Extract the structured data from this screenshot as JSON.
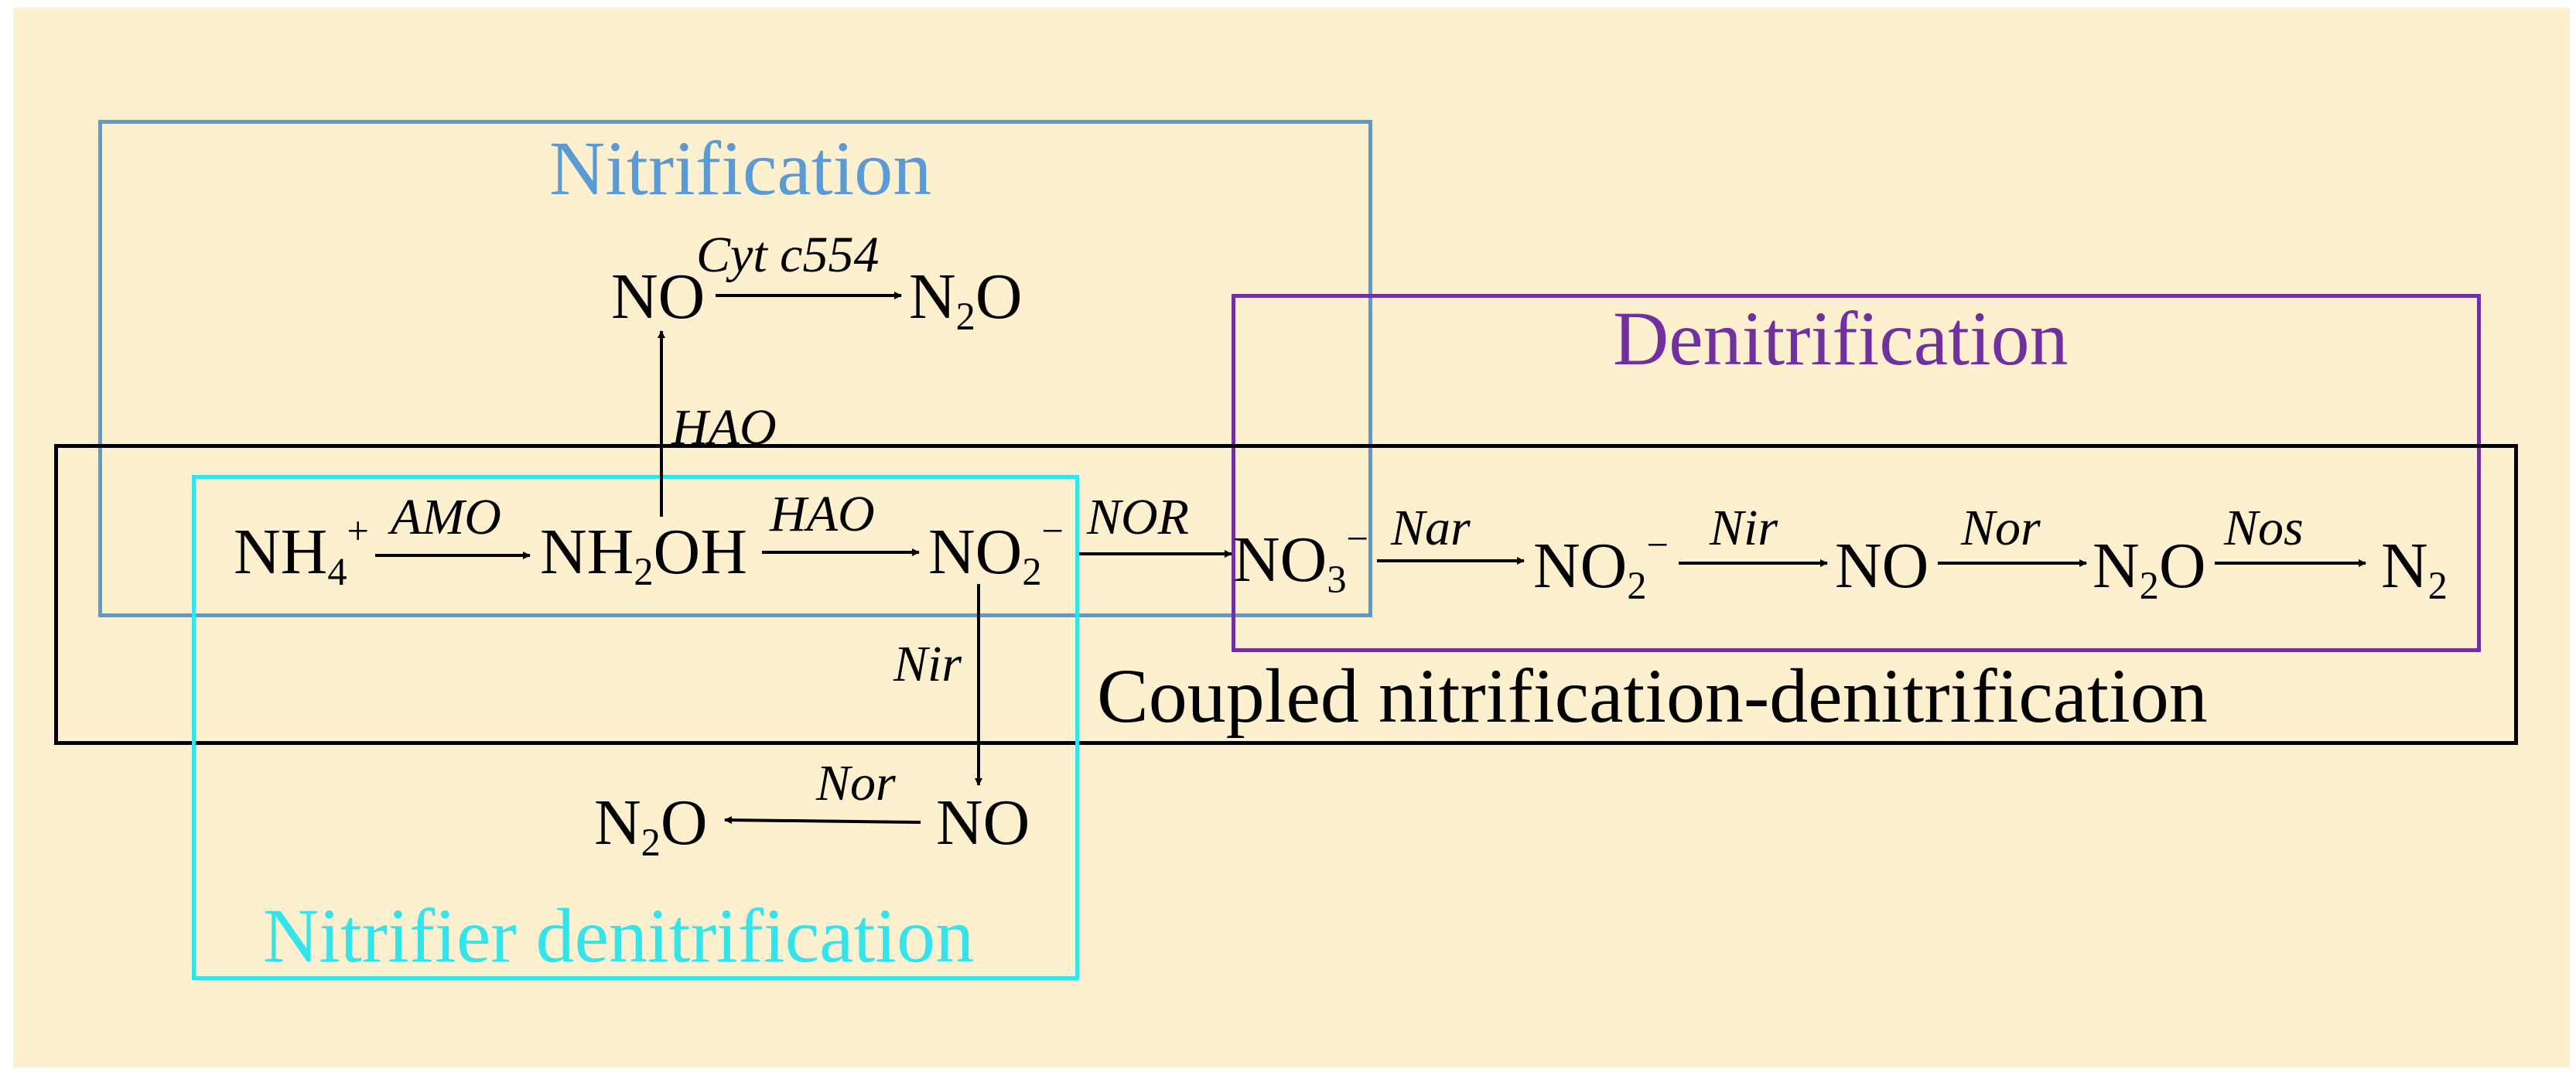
{
  "colors": {
    "background": "#fdf0cf",
    "nitrification": "#5b9bd5",
    "denitrification": "#7030a0",
    "nitrifier_denitrification": "#33e4ea",
    "coupled": "#000000"
  },
  "boxes": {
    "nitrification": "Nitrification",
    "denitrification": "Denitrification",
    "coupled": "Coupled nitrification-denitrification",
    "nitrifier_denitrification": "Nitrifier denitrification"
  },
  "species": {
    "nh4": {
      "base": "NH",
      "sub": "4",
      "sup": "+"
    },
    "nh2oh": {
      "pre": "NH",
      "sub": "2",
      "post": "OH"
    },
    "no2_a": {
      "base": "NO",
      "sub": "2",
      "sup": "−"
    },
    "no3": {
      "base": "NO",
      "sub": "3",
      "sup": "−"
    },
    "no2_b": {
      "base": "NO",
      "sub": "2",
      "sup": "−"
    },
    "no_main": "NO",
    "n2o_main": {
      "pre": "N",
      "sub": "2",
      "post": "O"
    },
    "n2": {
      "base": "N",
      "sub": "2"
    },
    "no_top": "NO",
    "n2o_top": {
      "pre": "N",
      "sub": "2",
      "post": "O"
    },
    "no_bottom": "NO",
    "n2o_bottom": {
      "pre": "N",
      "sub": "2",
      "post": "O"
    }
  },
  "enzymes": {
    "amo": "AMO",
    "hao_main": "HAO",
    "nor_upper": "NOR",
    "nar": "Nar",
    "nir_main": "Nir",
    "nor_main": "Nor",
    "nos": "Nos",
    "hao_up": "HAO",
    "cyt": "Cyt c554",
    "nir_down": "Nir",
    "nor_bottom": "Nor"
  }
}
